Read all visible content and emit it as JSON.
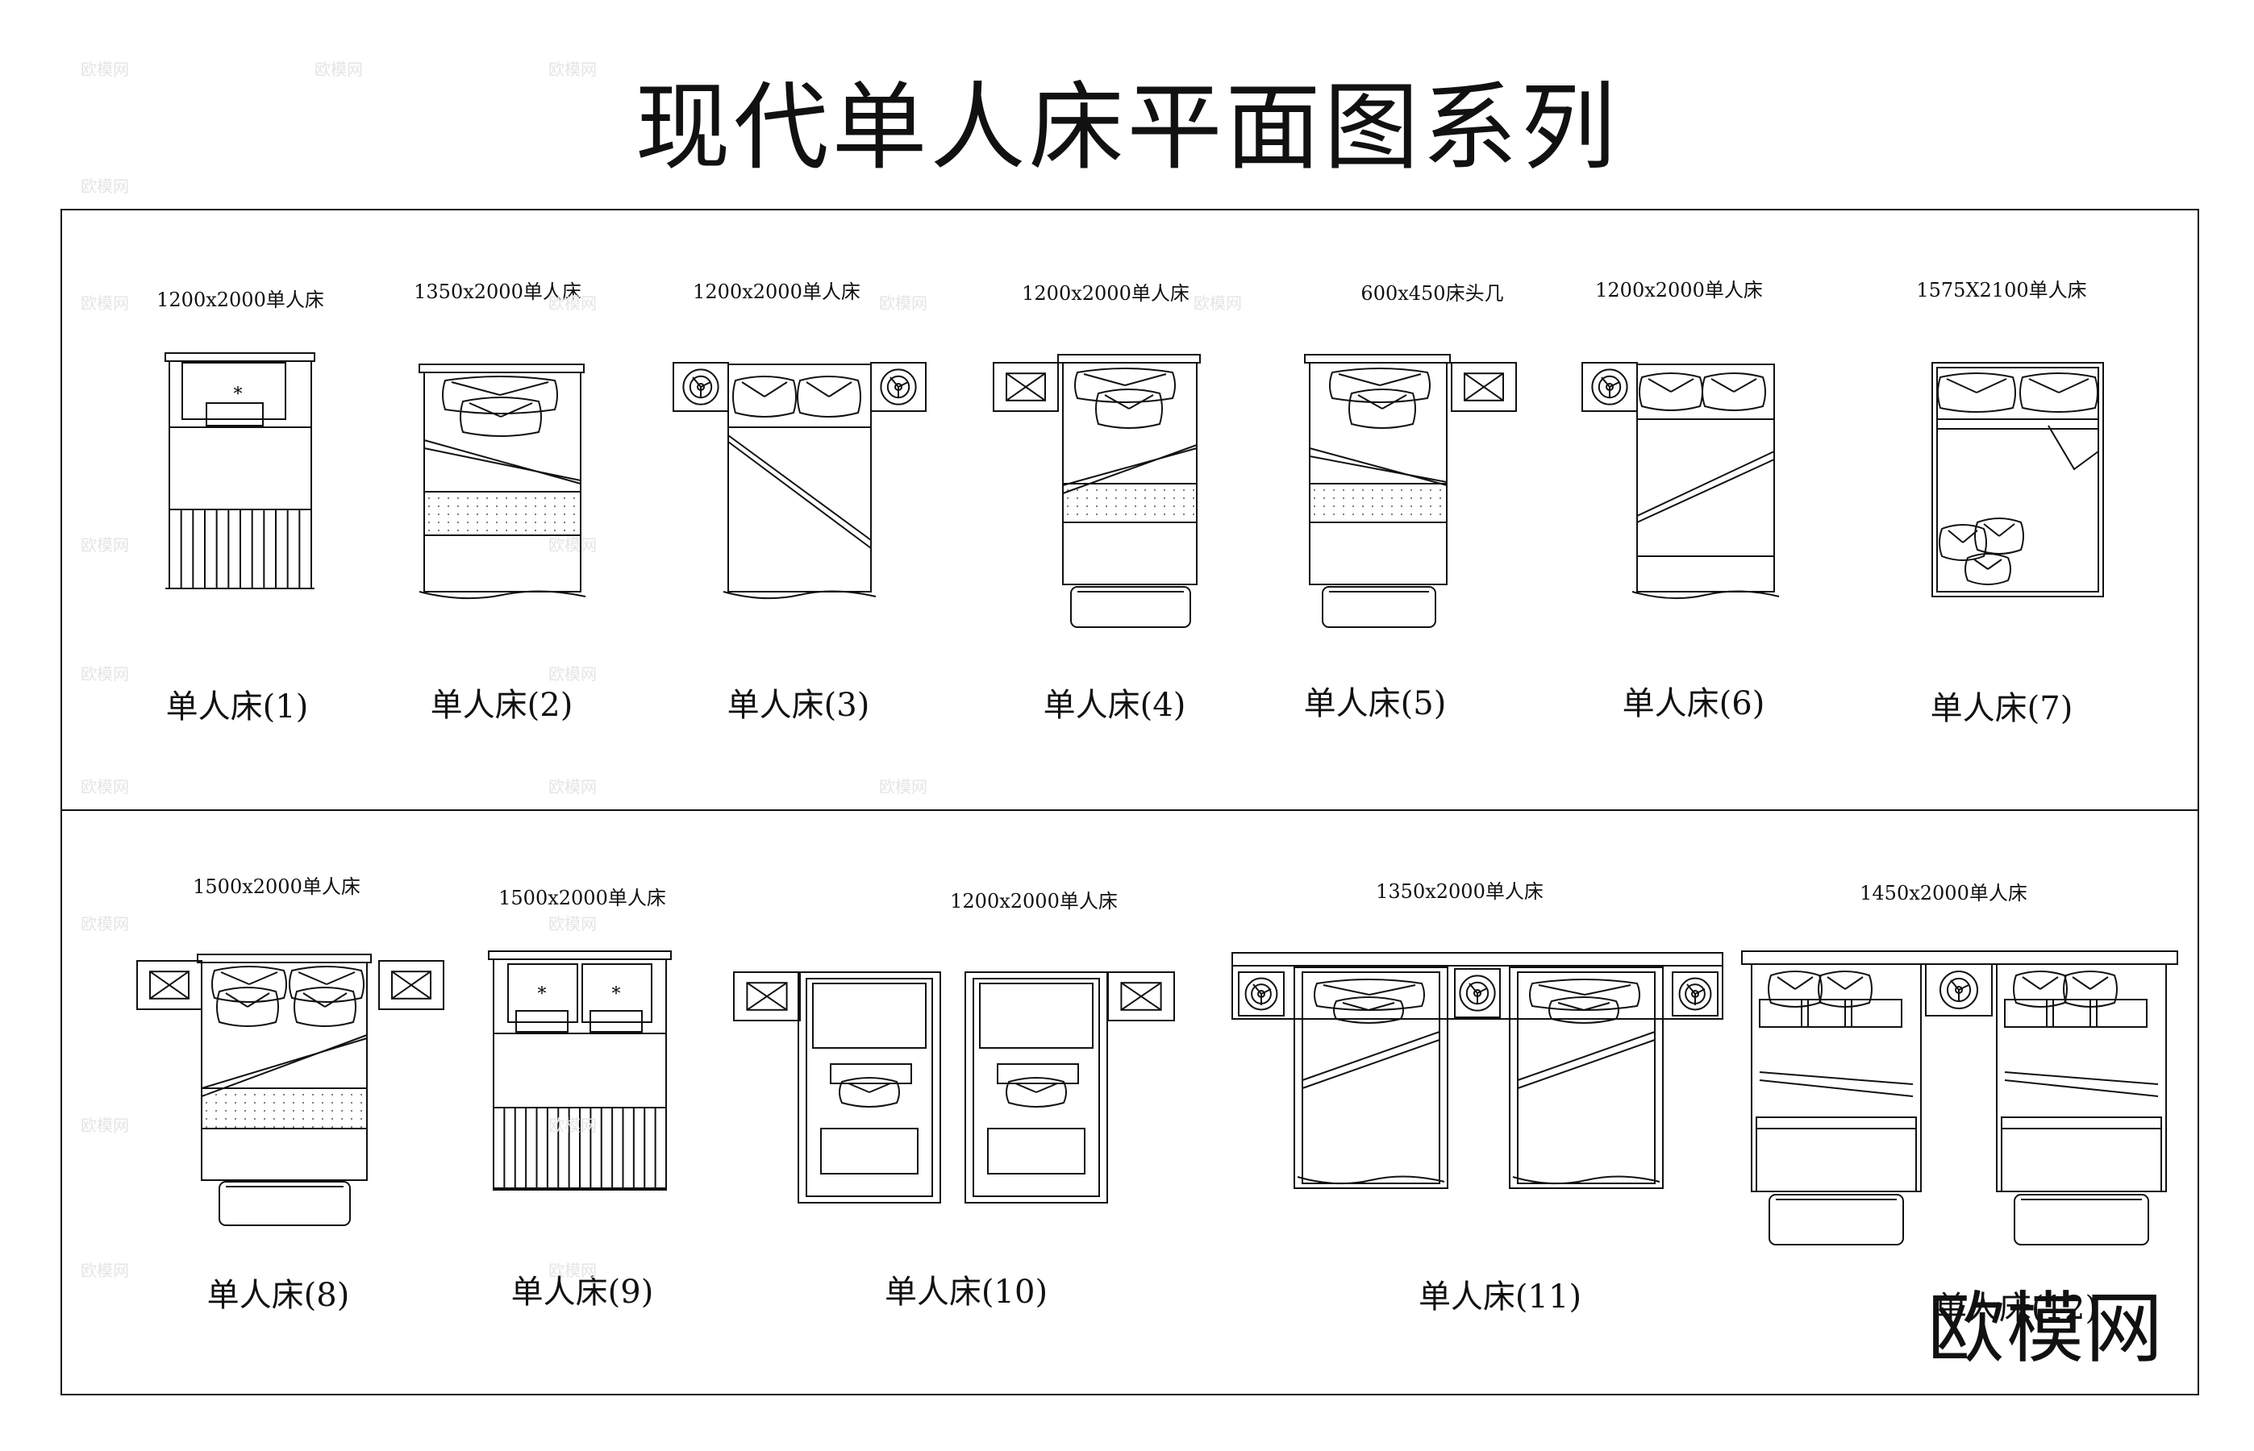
{
  "title": "现代单人床平面图系列",
  "brand": "欧模网",
  "watermark": "欧模网",
  "beds": [
    {
      "dim": "1200x2000单人床",
      "label": "单人床(1)"
    },
    {
      "dim": "1350x2000单人床",
      "label": "单人床(2)"
    },
    {
      "dim": "1200x2000单人床",
      "label": "单人床(3)"
    },
    {
      "dim": "1200x2000单人床",
      "label": "单人床(4)"
    },
    {
      "dim": "600x450床头几",
      "label": "单人床(5)"
    },
    {
      "dim": "1200x2000单人床",
      "label": "单人床(6)"
    },
    {
      "dim": "1575X2100单人床",
      "label": "单人床(7)"
    },
    {
      "dim": "1500x2000单人床",
      "label": "单人床(8)"
    },
    {
      "dim": "1500x2000单人床",
      "label": "单人床(9)"
    },
    {
      "dim": "1200x2000单人床",
      "label": "单人床(10)"
    },
    {
      "dim": "1350x2000单人床",
      "label": "单人床(11)"
    },
    {
      "dim": "1450x2000单人床",
      "label": "单人床(12)"
    }
  ]
}
